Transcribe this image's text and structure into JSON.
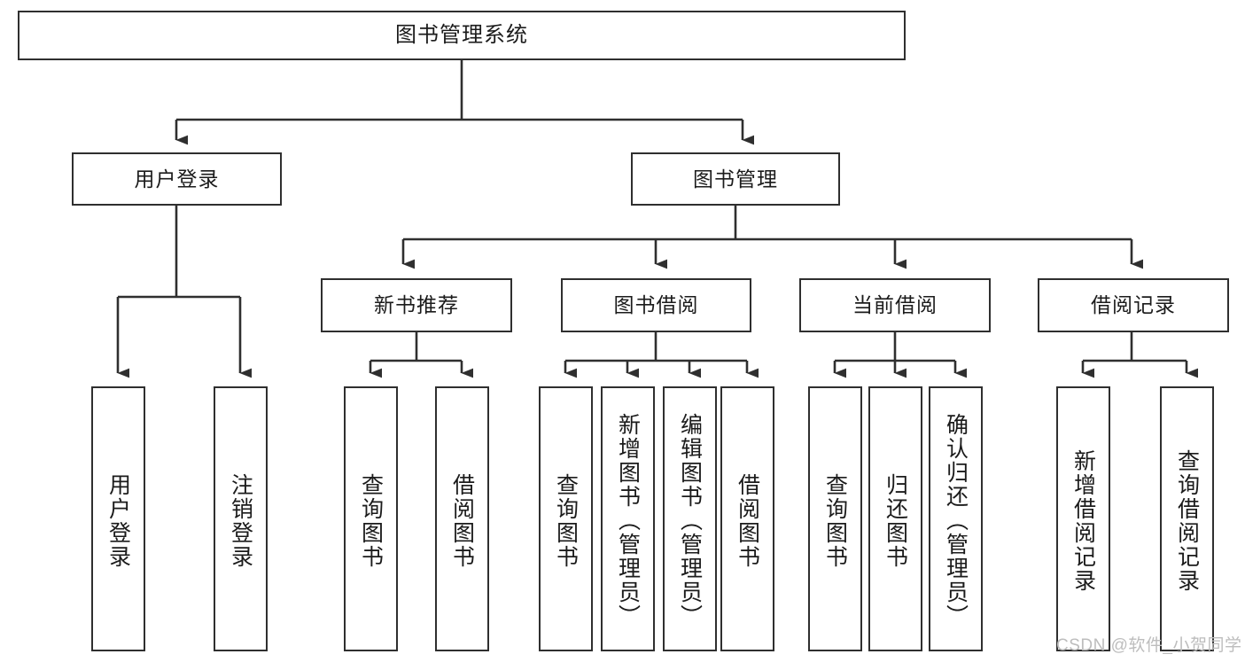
{
  "diagram": {
    "title": "图书管理系统",
    "type": "tree-hierarchy-diagram",
    "root": {
      "label": "图书管理系统"
    },
    "level2": [
      {
        "label": "用户登录"
      },
      {
        "label": "图书管理"
      }
    ],
    "level3": [
      {
        "label": "新书推荐"
      },
      {
        "label": "图书借阅"
      },
      {
        "label": "当前借阅"
      },
      {
        "label": "借阅记录"
      }
    ],
    "leaves": {
      "user_login": [
        {
          "label": "用户登录"
        },
        {
          "label": "注销登录"
        }
      ],
      "new_book_recommend": [
        {
          "label": "查询图书"
        },
        {
          "label": "借阅图书"
        }
      ],
      "book_borrow": [
        {
          "label": "查询图书"
        },
        {
          "label": "新增图书（管理员）"
        },
        {
          "label": "编辑图书（管理员）"
        },
        {
          "label": "借阅图书"
        }
      ],
      "current_borrow": [
        {
          "label": "查询图书"
        },
        {
          "label": "归还图书"
        },
        {
          "label": "确认归还（管理员）"
        }
      ],
      "borrow_record": [
        {
          "label": "新增借阅记录"
        },
        {
          "label": "查询借阅记录"
        }
      ]
    }
  },
  "watermark": {
    "text": "CSDN @软件_小贺同学"
  },
  "colors": {
    "stroke": "#2f2f2f",
    "background": "#ffffff",
    "text": "#1b1b1b",
    "watermark": "#bdbdbd"
  }
}
